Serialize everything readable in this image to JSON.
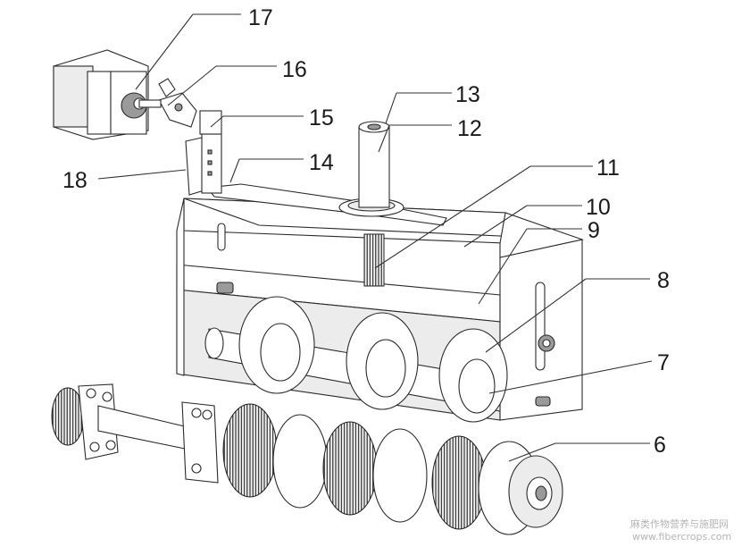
{
  "callouts": [
    {
      "id": "6",
      "label": "6"
    },
    {
      "id": "7",
      "label": "7"
    },
    {
      "id": "8",
      "label": "8"
    },
    {
      "id": "9",
      "label": "9"
    },
    {
      "id": "10",
      "label": "10"
    },
    {
      "id": "11",
      "label": "11"
    },
    {
      "id": "12",
      "label": "12"
    },
    {
      "id": "13",
      "label": "13"
    },
    {
      "id": "14",
      "label": "14"
    },
    {
      "id": "15",
      "label": "15"
    },
    {
      "id": "16",
      "label": "16"
    },
    {
      "id": "17",
      "label": "17"
    },
    {
      "id": "18",
      "label": "18"
    }
  ],
  "watermark": {
    "line1": "麻类作物营养与施肥网",
    "line2": "www.fibercrops.com"
  }
}
